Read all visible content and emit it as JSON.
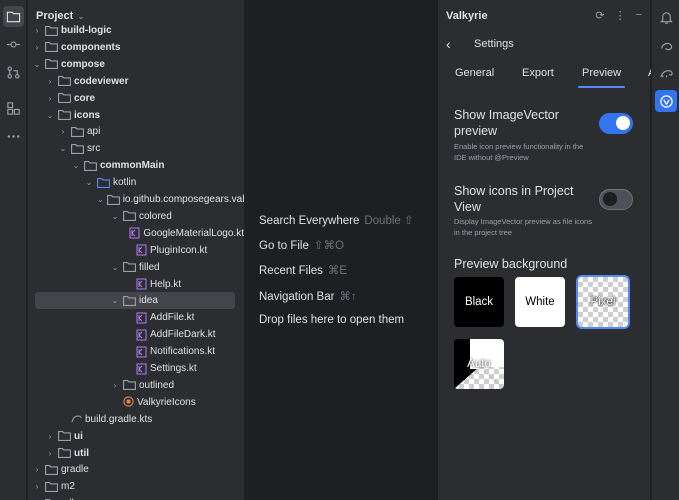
{
  "project": {
    "title": "Project",
    "tree": [
      {
        "label": "build-logic",
        "depth": 0,
        "arrow": "›",
        "type": "folder",
        "bold": true
      },
      {
        "label": "components",
        "depth": 0,
        "arrow": "›",
        "type": "folder",
        "bold": true
      },
      {
        "label": "compose",
        "depth": 0,
        "arrow": "⌄",
        "type": "folder",
        "bold": true
      },
      {
        "label": "codeviewer",
        "depth": 1,
        "arrow": "›",
        "type": "folder",
        "bold": true
      },
      {
        "label": "core",
        "depth": 1,
        "arrow": "›",
        "type": "folder",
        "bold": true
      },
      {
        "label": "icons",
        "depth": 1,
        "arrow": "⌄",
        "type": "folder",
        "bold": true
      },
      {
        "label": "api",
        "depth": 2,
        "arrow": "›",
        "type": "folder",
        "bold": false
      },
      {
        "label": "src",
        "depth": 2,
        "arrow": "⌄",
        "type": "folder",
        "bold": false
      },
      {
        "label": "commonMain",
        "depth": 3,
        "arrow": "⌄",
        "type": "folder",
        "bold": true
      },
      {
        "label": "kotlin",
        "depth": 4,
        "arrow": "⌄",
        "type": "folder-blue",
        "bold": false
      },
      {
        "label": "io.github.composegears.valkyrie",
        "depth": 5,
        "arrow": "⌄",
        "type": "folder",
        "bold": false
      },
      {
        "label": "colored",
        "depth": 6,
        "arrow": "⌄",
        "type": "folder",
        "bold": false
      },
      {
        "label": "GoogleMaterialLogo.kt",
        "depth": 7,
        "arrow": "",
        "type": "kt",
        "bold": false
      },
      {
        "label": "PluginIcon.kt",
        "depth": 7,
        "arrow": "",
        "type": "kt",
        "bold": false
      },
      {
        "label": "filled",
        "depth": 6,
        "arrow": "⌄",
        "type": "folder",
        "bold": false
      },
      {
        "label": "Help.kt",
        "depth": 7,
        "arrow": "",
        "type": "kt",
        "bold": false
      },
      {
        "label": "idea",
        "depth": 6,
        "arrow": "⌄",
        "type": "folder",
        "bold": false,
        "selected": true
      },
      {
        "label": "AddFile.kt",
        "depth": 7,
        "arrow": "",
        "type": "kt",
        "bold": false
      },
      {
        "label": "AddFileDark.kt",
        "depth": 7,
        "arrow": "",
        "type": "kt",
        "bold": false
      },
      {
        "label": "Notifications.kt",
        "depth": 7,
        "arrow": "",
        "type": "kt",
        "bold": false
      },
      {
        "label": "Settings.kt",
        "depth": 7,
        "arrow": "",
        "type": "kt",
        "bold": false
      },
      {
        "label": "outlined",
        "depth": 6,
        "arrow": "›",
        "type": "folder",
        "bold": false
      },
      {
        "label": "ValkyrieIcons",
        "depth": 6,
        "arrow": "",
        "type": "obj",
        "bold": false
      },
      {
        "label": "build.gradle.kts",
        "depth": 2,
        "arrow": "",
        "type": "gradle",
        "bold": false
      },
      {
        "label": "ui",
        "depth": 1,
        "arrow": "›",
        "type": "folder",
        "bold": true
      },
      {
        "label": "util",
        "depth": 1,
        "arrow": "›",
        "type": "folder",
        "bold": true
      },
      {
        "label": "gradle",
        "depth": 0,
        "arrow": "›",
        "type": "folder",
        "bold": false
      },
      {
        "label": "m2",
        "depth": 0,
        "arrow": "›",
        "type": "folder",
        "bold": false
      },
      {
        "label": "sdk",
        "depth": 0,
        "arrow": "›",
        "type": "folder",
        "bold": false
      }
    ]
  },
  "editor": {
    "hints": [
      {
        "action": "Search Everywhere",
        "key": "Double ⇧"
      },
      {
        "action": "Go to File",
        "key": "⇧⌘O"
      },
      {
        "action": "Recent Files",
        "key": "⌘E"
      },
      {
        "action": "Navigation Bar",
        "key": "⌘↑"
      },
      {
        "action": "Drop files here to open them",
        "key": ""
      }
    ]
  },
  "valkyrie": {
    "title": "Valkyrie",
    "settings_title": "Settings",
    "tabs": [
      "General",
      "Export",
      "Preview",
      "A"
    ],
    "active_tab": "Preview",
    "options": [
      {
        "title": "Show ImageVector preview",
        "desc": "Enable icon preview functionality in the IDE without @Preview",
        "on": true
      },
      {
        "title": "Show icons in Project View",
        "desc": "Display ImageVector preview as file icons in the project tree",
        "on": false
      }
    ],
    "preview_background": {
      "title": "Preview background",
      "options": [
        "Black",
        "White",
        "Pixel",
        "Auto"
      ],
      "selected": "Pixel"
    }
  },
  "colors": {
    "accent": "#3574f0",
    "kotlin_icon": "#b07bf0",
    "folder": "#9da0a8",
    "folder_blue": "#548af7"
  }
}
